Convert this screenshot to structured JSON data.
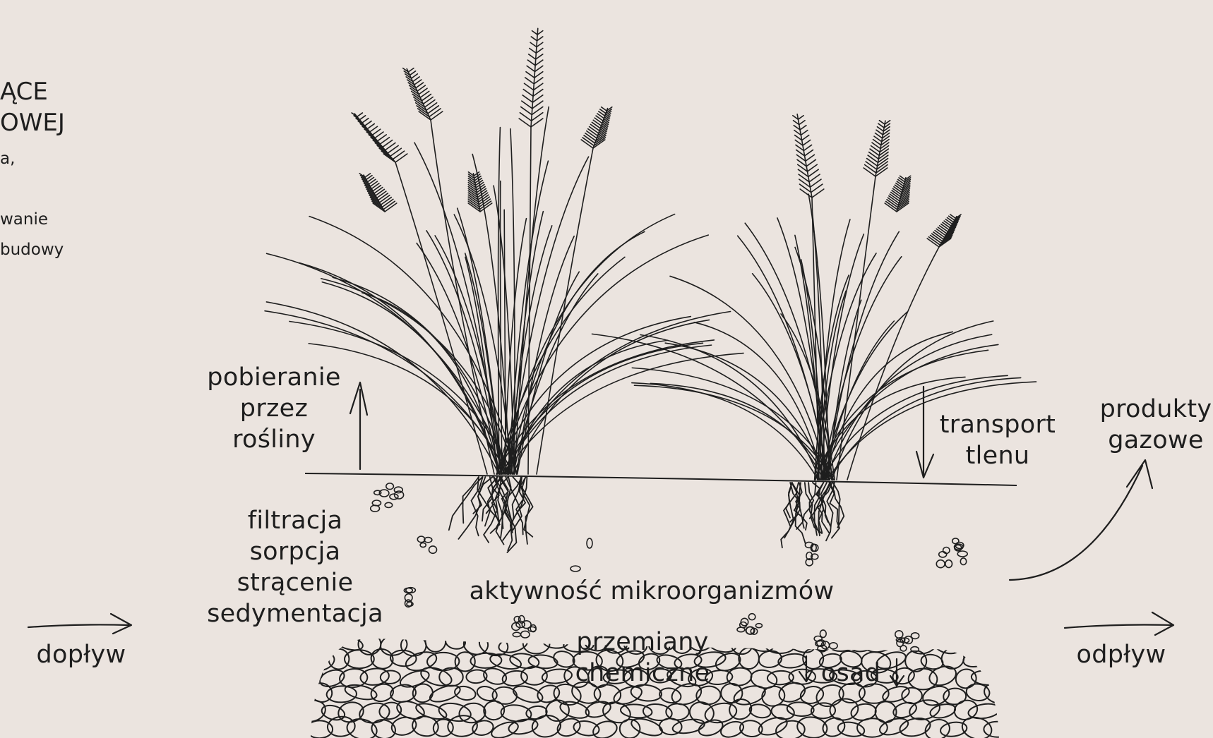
{
  "sidebar": {
    "lines_large": [
      "ĄCE",
      "OWEJ"
    ],
    "lines_small": [
      "a,",
      "",
      "wanie",
      "budowy"
    ]
  },
  "labels": {
    "uptake": [
      "pobieranie",
      "przez",
      "rośliny"
    ],
    "oxygen": [
      "transport",
      "tlenu"
    ],
    "gas": [
      "produkty",
      "gazowe"
    ],
    "processes": [
      "filtracja",
      "sorpcja",
      "strącenie",
      "sedymentacja"
    ],
    "microbes": "aktywność mikroorganizmów",
    "chemical": [
      "przemiany",
      "chemiczne"
    ],
    "sediment": "osad",
    "inflow": "dopływ",
    "outflow": "odpływ"
  },
  "colors": {
    "background": "#ebe4df",
    "ink": "#1e1e1e"
  }
}
